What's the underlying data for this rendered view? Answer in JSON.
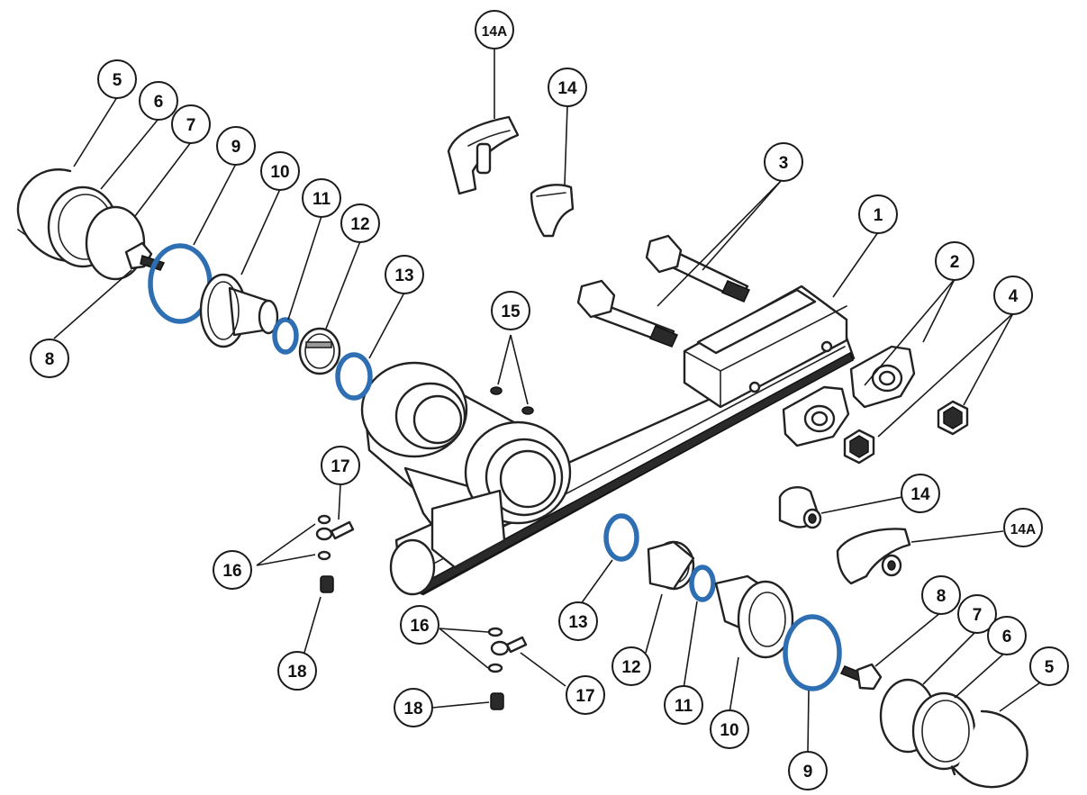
{
  "callouts": [
    {
      "id": "c1",
      "label": "1"
    },
    {
      "id": "c2",
      "label": "2"
    },
    {
      "id": "c3",
      "label": "3"
    },
    {
      "id": "c4",
      "label": "4"
    },
    {
      "id": "c5L",
      "label": "5"
    },
    {
      "id": "c6L",
      "label": "6"
    },
    {
      "id": "c7L",
      "label": "7"
    },
    {
      "id": "c8L",
      "label": "8"
    },
    {
      "id": "c9L",
      "label": "9"
    },
    {
      "id": "c10L",
      "label": "10"
    },
    {
      "id": "c11L",
      "label": "11"
    },
    {
      "id": "c12L",
      "label": "12"
    },
    {
      "id": "c13L",
      "label": "13"
    },
    {
      "id": "c14T",
      "label": "14"
    },
    {
      "id": "c14AT",
      "label": "14A"
    },
    {
      "id": "c15",
      "label": "15"
    },
    {
      "id": "c16L",
      "label": "16"
    },
    {
      "id": "c17L",
      "label": "17"
    },
    {
      "id": "c18L",
      "label": "18"
    },
    {
      "id": "c14R",
      "label": "14"
    },
    {
      "id": "c14AR",
      "label": "14A"
    },
    {
      "id": "c13R",
      "label": "13"
    },
    {
      "id": "c12R",
      "label": "12"
    },
    {
      "id": "c11R",
      "label": "11"
    },
    {
      "id": "c10R",
      "label": "10"
    },
    {
      "id": "c9R",
      "label": "9"
    },
    {
      "id": "c8R",
      "label": "8"
    },
    {
      "id": "c7R",
      "label": "7"
    },
    {
      "id": "c6R",
      "label": "6"
    },
    {
      "id": "c5R",
      "label": "5"
    },
    {
      "id": "c16B",
      "label": "16"
    },
    {
      "id": "c17B",
      "label": "17"
    },
    {
      "id": "c18B",
      "label": "18"
    }
  ],
  "colors": {
    "seal": "#2e6fb3",
    "line": "#222222",
    "background": "#ffffff"
  }
}
